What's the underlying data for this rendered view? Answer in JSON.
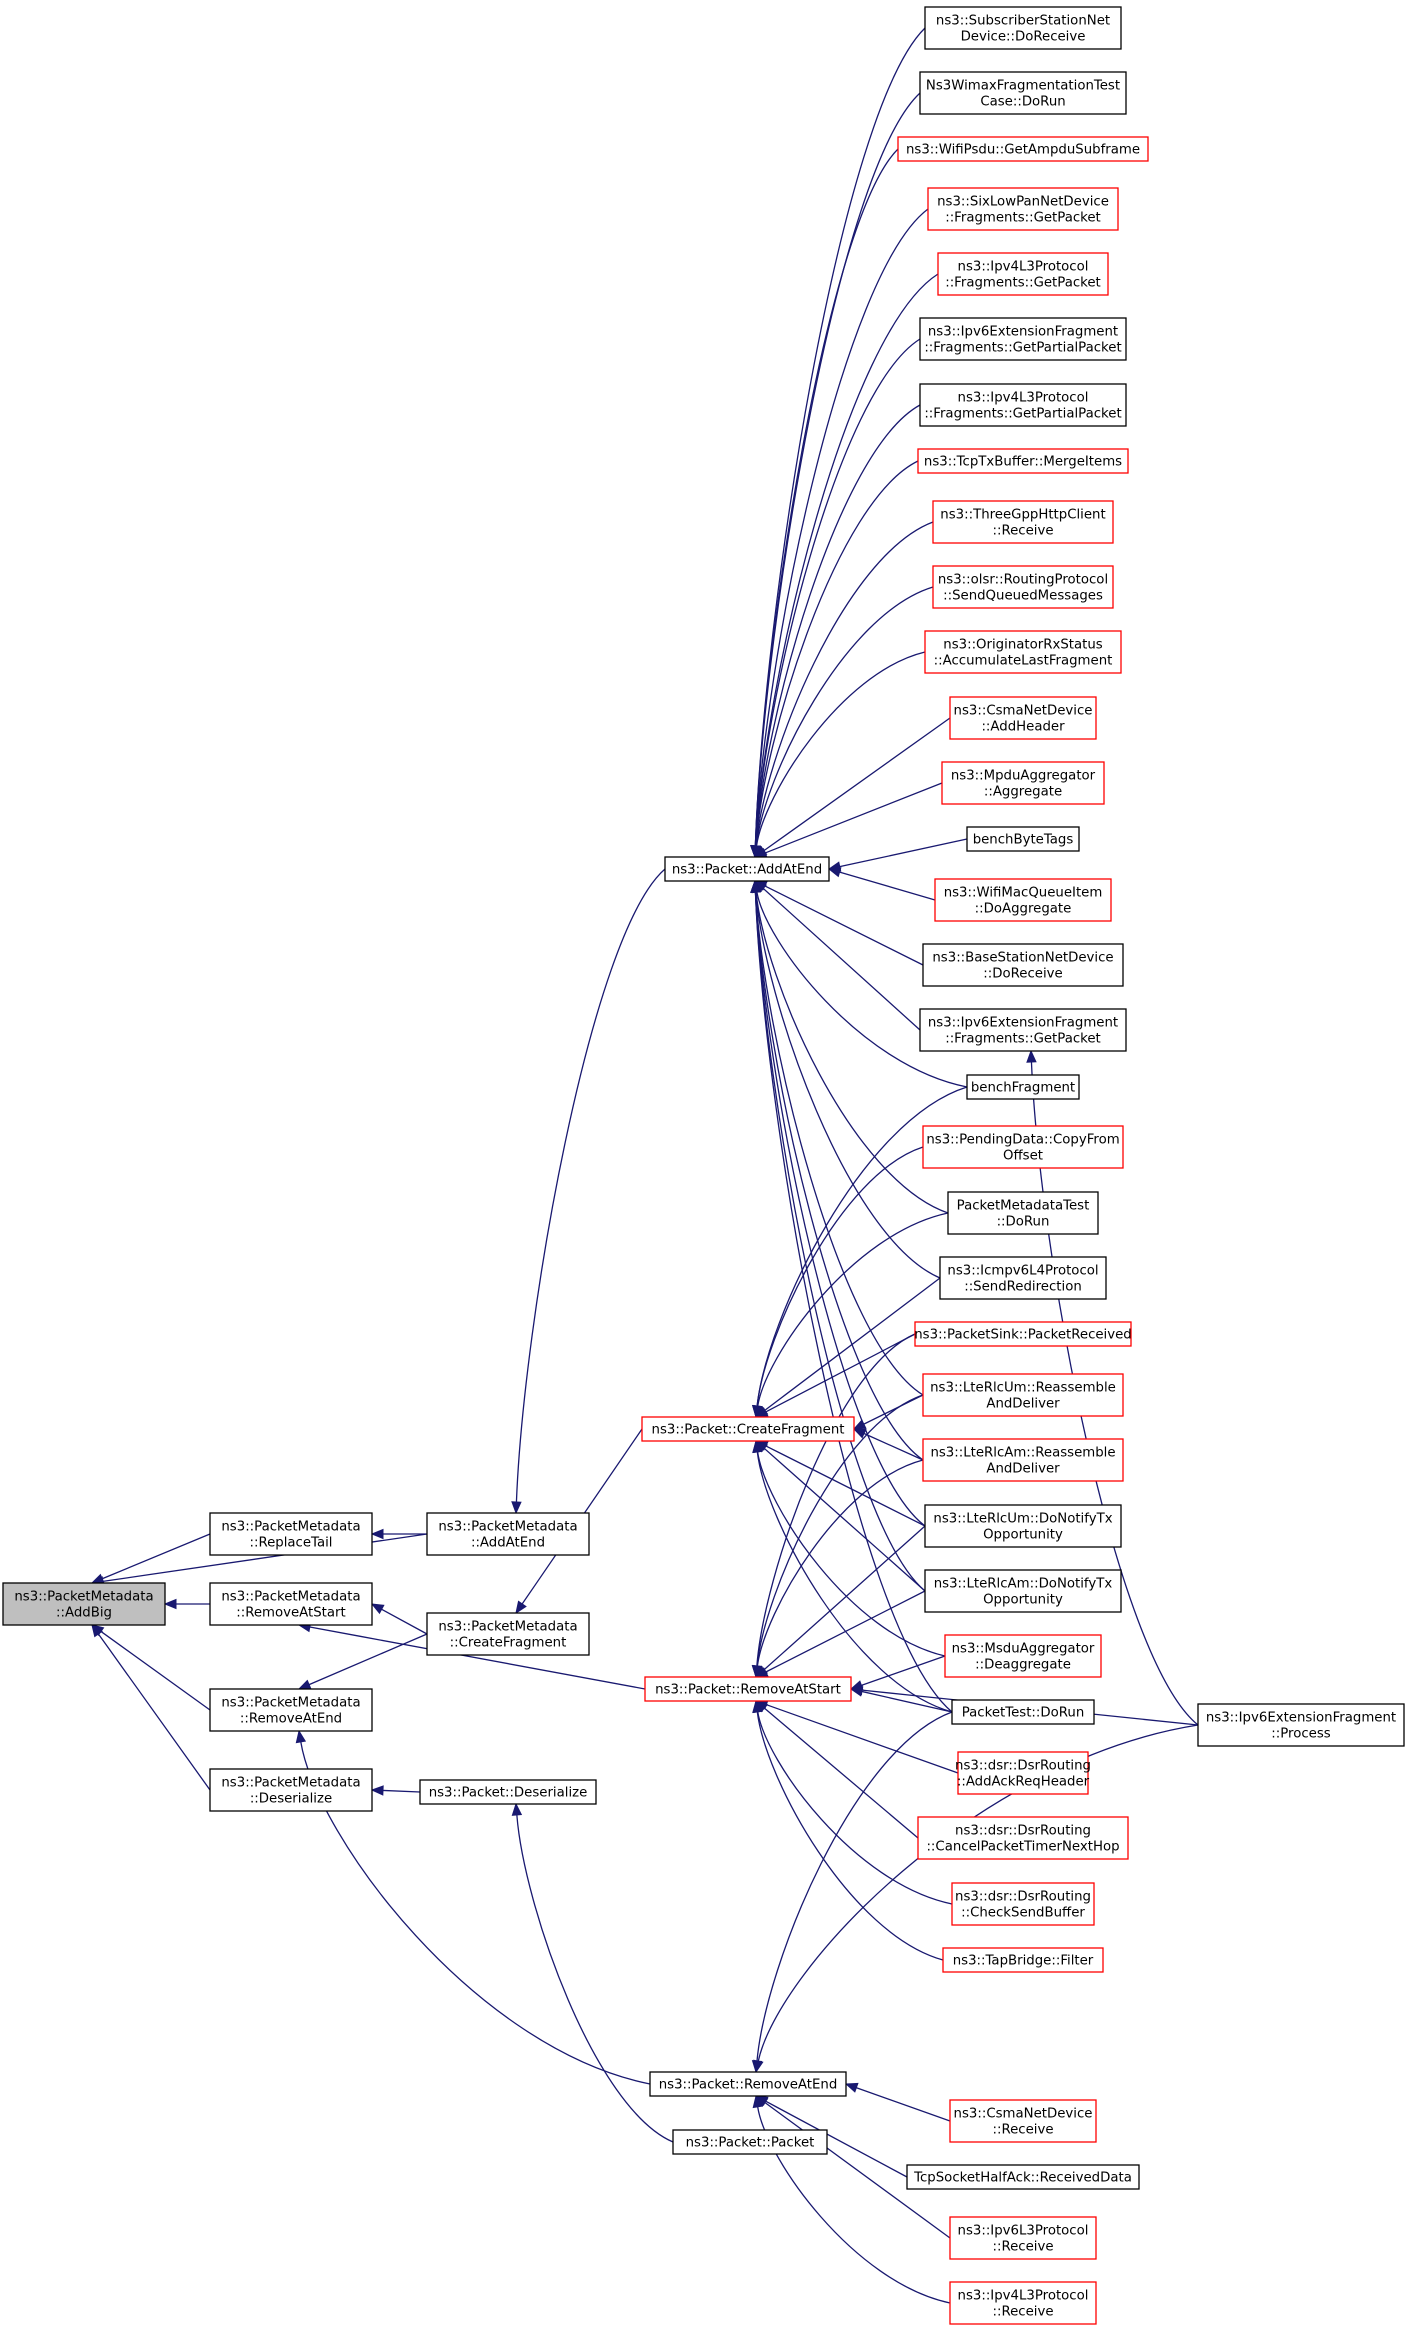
{
  "diagram": {
    "edge_color": "#191970",
    "node_border_black": "#000000",
    "node_border_red": "#ff0000",
    "root_fill": "#bfbfbf",
    "nodes": [
      {
        "id": "addbig",
        "lines": [
          "ns3::PacketMetadata",
          "::AddBig"
        ],
        "style": "root"
      },
      {
        "id": "pm_replacetail",
        "lines": [
          "ns3::PacketMetadata",
          "::ReplaceTail"
        ],
        "style": "black"
      },
      {
        "id": "pm_addatend",
        "lines": [
          "ns3::PacketMetadata",
          "::AddAtEnd"
        ],
        "style": "black"
      },
      {
        "id": "pm_removeatstart",
        "lines": [
          "ns3::PacketMetadata",
          "::RemoveAtStart"
        ],
        "style": "black"
      },
      {
        "id": "pm_createfragment",
        "lines": [
          "ns3::PacketMetadata",
          "::CreateFragment"
        ],
        "style": "black"
      },
      {
        "id": "pm_removeatend",
        "lines": [
          "ns3::PacketMetadata",
          "::RemoveAtEnd"
        ],
        "style": "black"
      },
      {
        "id": "pm_deserialize",
        "lines": [
          "ns3::PacketMetadata",
          "::Deserialize"
        ],
        "style": "black"
      },
      {
        "id": "p_deserialize",
        "lines": [
          "ns3::Packet::Deserialize"
        ],
        "style": "black"
      },
      {
        "id": "p_packet",
        "lines": [
          "ns3::Packet::Packet"
        ],
        "style": "black"
      },
      {
        "id": "p_addatend",
        "lines": [
          "ns3::Packet::AddAtEnd"
        ],
        "style": "black"
      },
      {
        "id": "p_createfragment",
        "lines": [
          "ns3::Packet::CreateFragment"
        ],
        "style": "red"
      },
      {
        "id": "p_removeatstart",
        "lines": [
          "ns3::Packet::RemoveAtStart"
        ],
        "style": "red"
      },
      {
        "id": "p_removeatend",
        "lines": [
          "ns3::Packet::RemoveAtEnd"
        ],
        "style": "black"
      },
      {
        "id": "c_subscriber",
        "lines": [
          "ns3::SubscriberStationNet",
          "Device::DoReceive"
        ],
        "style": "black"
      },
      {
        "id": "c_wimaxfrag",
        "lines": [
          "Ns3WimaxFragmentationTest",
          "Case::DoRun"
        ],
        "style": "black"
      },
      {
        "id": "c_wifipsdu",
        "lines": [
          "ns3::WifiPsdu::GetAmpduSubframe"
        ],
        "style": "red"
      },
      {
        "id": "c_sixlowpan",
        "lines": [
          "ns3::SixLowPanNetDevice",
          "::Fragments::GetPacket"
        ],
        "style": "red"
      },
      {
        "id": "c_ipv4frag",
        "lines": [
          "ns3::Ipv4L3Protocol",
          "::Fragments::GetPacket"
        ],
        "style": "red"
      },
      {
        "id": "c_ipv6partial",
        "lines": [
          "ns3::Ipv6ExtensionFragment",
          "::Fragments::GetPartialPacket"
        ],
        "style": "black"
      },
      {
        "id": "c_ipv4partial",
        "lines": [
          "ns3::Ipv4L3Protocol",
          "::Fragments::GetPartialPacket"
        ],
        "style": "black"
      },
      {
        "id": "c_tcptx",
        "lines": [
          "ns3::TcpTxBuffer::MergeItems"
        ],
        "style": "red"
      },
      {
        "id": "c_threegpp",
        "lines": [
          "ns3::ThreeGppHttpClient",
          "::Receive"
        ],
        "style": "red"
      },
      {
        "id": "c_olsr",
        "lines": [
          "ns3::olsr::RoutingProtocol",
          "::SendQueuedMessages"
        ],
        "style": "red"
      },
      {
        "id": "c_originator",
        "lines": [
          "ns3::OriginatorRxStatus",
          "::AccumulateLastFragment"
        ],
        "style": "red"
      },
      {
        "id": "c_csmaaddheader",
        "lines": [
          "ns3::CsmaNetDevice",
          "::AddHeader"
        ],
        "style": "red"
      },
      {
        "id": "c_mpdu",
        "lines": [
          "ns3::MpduAggregator",
          "::Aggregate"
        ],
        "style": "red"
      },
      {
        "id": "c_benchbytetags",
        "lines": [
          "benchByteTags"
        ],
        "style": "black"
      },
      {
        "id": "c_wifimacqueue",
        "lines": [
          "ns3::WifiMacQueueItem",
          "::DoAggregate"
        ],
        "style": "red"
      },
      {
        "id": "c_basestation",
        "lines": [
          "ns3::BaseStationNetDevice",
          "::DoReceive"
        ],
        "style": "black"
      },
      {
        "id": "c_ipv6getpacket",
        "lines": [
          "ns3::Ipv6ExtensionFragment",
          "::Fragments::GetPacket"
        ],
        "style": "black"
      },
      {
        "id": "c_benchfragment",
        "lines": [
          "benchFragment"
        ],
        "style": "black"
      },
      {
        "id": "c_pendingdata",
        "lines": [
          "ns3::PendingData::CopyFrom",
          "Offset"
        ],
        "style": "red"
      },
      {
        "id": "c_pmtest",
        "lines": [
          "PacketMetadataTest",
          "::DoRun"
        ],
        "style": "black"
      },
      {
        "id": "c_icmpv6",
        "lines": [
          "ns3::Icmpv6L4Protocol",
          "::SendRedirection"
        ],
        "style": "black"
      },
      {
        "id": "c_packetsink",
        "lines": [
          "ns3::PacketSink::PacketReceived"
        ],
        "style": "red"
      },
      {
        "id": "c_lterlcum_reass",
        "lines": [
          "ns3::LteRlcUm::Reassemble",
          "AndDeliver"
        ],
        "style": "red"
      },
      {
        "id": "c_lterlcam_reass",
        "lines": [
          "ns3::LteRlcAm::Reassemble",
          "AndDeliver"
        ],
        "style": "red"
      },
      {
        "id": "c_lterlcum_notify",
        "lines": [
          "ns3::LteRlcUm::DoNotifyTx",
          "Opportunity"
        ],
        "style": "black"
      },
      {
        "id": "c_lterlcam_notify",
        "lines": [
          "ns3::LteRlcAm::DoNotifyTx",
          "Opportunity"
        ],
        "style": "black"
      },
      {
        "id": "c_msdu",
        "lines": [
          "ns3::MsduAggregator",
          "::Deaggregate"
        ],
        "style": "red"
      },
      {
        "id": "c_packettest",
        "lines": [
          "PacketTest::DoRun"
        ],
        "style": "black"
      },
      {
        "id": "c_ipv6process",
        "lines": [
          "ns3::Ipv6ExtensionFragment",
          "::Process"
        ],
        "style": "black"
      },
      {
        "id": "c_dsrack",
        "lines": [
          "ns3::dsr::DsrRouting",
          "::AddAckReqHeader"
        ],
        "style": "red"
      },
      {
        "id": "c_dsrcancel",
        "lines": [
          "ns3::dsr::DsrRouting",
          "::CancelPacketTimerNextHop"
        ],
        "style": "red"
      },
      {
        "id": "c_dsrcheck",
        "lines": [
          "ns3::dsr::DsrRouting",
          "::CheckSendBuffer"
        ],
        "style": "red"
      },
      {
        "id": "c_tapbridge",
        "lines": [
          "ns3::TapBridge::Filter"
        ],
        "style": "red"
      },
      {
        "id": "c_csmareceive",
        "lines": [
          "ns3::CsmaNetDevice",
          "::Receive"
        ],
        "style": "red"
      },
      {
        "id": "c_tcpsocket",
        "lines": [
          "TcpSocketHalfAck::ReceivedData"
        ],
        "style": "black"
      },
      {
        "id": "c_ipv6receive",
        "lines": [
          "ns3::Ipv6L3Protocol",
          "::Receive"
        ],
        "style": "red"
      },
      {
        "id": "c_ipv4receive",
        "lines": [
          "ns3::Ipv4L3Protocol",
          "::Receive"
        ],
        "style": "red"
      }
    ],
    "edges": [
      [
        "pm_replacetail",
        "addbig"
      ],
      [
        "pm_addatend",
        "addbig"
      ],
      [
        "pm_removeatstart",
        "addbig"
      ],
      [
        "pm_removeatend",
        "addbig"
      ],
      [
        "pm_deserialize",
        "addbig"
      ],
      [
        "pm_addatend",
        "pm_replacetail"
      ],
      [
        "p_addatend",
        "pm_addatend"
      ],
      [
        "pm_createfragment",
        "pm_removeatstart"
      ],
      [
        "p_removeatstart",
        "pm_removeatstart"
      ],
      [
        "pm_createfragment",
        "pm_removeatend"
      ],
      [
        "p_removeatend",
        "pm_removeatend"
      ],
      [
        "p_createfragment",
        "pm_createfragment"
      ],
      [
        "p_deserialize",
        "pm_deserialize"
      ],
      [
        "p_packet",
        "p_deserialize"
      ],
      [
        "c_subscriber",
        "p_addatend"
      ],
      [
        "c_wimaxfrag",
        "p_addatend"
      ],
      [
        "c_wifipsdu",
        "p_addatend"
      ],
      [
        "c_sixlowpan",
        "p_addatend"
      ],
      [
        "c_ipv4frag",
        "p_addatend"
      ],
      [
        "c_ipv6partial",
        "p_addatend"
      ],
      [
        "c_ipv4partial",
        "p_addatend"
      ],
      [
        "c_tcptx",
        "p_addatend"
      ],
      [
        "c_threegpp",
        "p_addatend"
      ],
      [
        "c_olsr",
        "p_addatend"
      ],
      [
        "c_originator",
        "p_addatend"
      ],
      [
        "c_csmaaddheader",
        "p_addatend"
      ],
      [
        "c_mpdu",
        "p_addatend"
      ],
      [
        "c_benchbytetags",
        "p_addatend"
      ],
      [
        "c_wifimacqueue",
        "p_addatend"
      ],
      [
        "c_basestation",
        "p_addatend"
      ],
      [
        "c_ipv6getpacket",
        "p_addatend"
      ],
      [
        "c_benchfragment",
        "p_addatend"
      ],
      [
        "c_pmtest",
        "p_addatend"
      ],
      [
        "c_icmpv6",
        "p_addatend"
      ],
      [
        "c_lterlcum_reass",
        "p_addatend"
      ],
      [
        "c_lterlcam_reass",
        "p_addatend"
      ],
      [
        "c_lterlcum_notify",
        "p_addatend"
      ],
      [
        "c_lterlcam_notify",
        "p_addatend"
      ],
      [
        "c_packettest",
        "p_addatend"
      ],
      [
        "c_benchfragment",
        "p_createfragment"
      ],
      [
        "c_pendingdata",
        "p_createfragment"
      ],
      [
        "c_pmtest",
        "p_createfragment"
      ],
      [
        "c_icmpv6",
        "p_createfragment"
      ],
      [
        "c_packetsink",
        "p_createfragment"
      ],
      [
        "c_lterlcum_reass",
        "p_createfragment"
      ],
      [
        "c_lterlcam_reass",
        "p_createfragment"
      ],
      [
        "c_lterlcum_notify",
        "p_createfragment"
      ],
      [
        "c_lterlcam_notify",
        "p_createfragment"
      ],
      [
        "c_msdu",
        "p_createfragment"
      ],
      [
        "c_packettest",
        "p_createfragment"
      ],
      [
        "c_packetsink",
        "p_removeatstart"
      ],
      [
        "c_lterlcum_reass",
        "p_removeatstart"
      ],
      [
        "c_lterlcam_reass",
        "p_removeatstart"
      ],
      [
        "c_lterlcum_notify",
        "p_removeatstart"
      ],
      [
        "c_lterlcam_notify",
        "p_removeatstart"
      ],
      [
        "c_msdu",
        "p_removeatstart"
      ],
      [
        "c_packettest",
        "p_removeatstart"
      ],
      [
        "c_ipv6process",
        "p_removeatstart"
      ],
      [
        "c_dsrack",
        "p_removeatstart"
      ],
      [
        "c_dsrcancel",
        "p_removeatstart"
      ],
      [
        "c_dsrcheck",
        "p_removeatstart"
      ],
      [
        "c_tapbridge",
        "p_removeatstart"
      ],
      [
        "c_packettest",
        "p_removeatend"
      ],
      [
        "c_ipv6process",
        "p_removeatend"
      ],
      [
        "c_csmareceive",
        "p_removeatend"
      ],
      [
        "c_tcpsocket",
        "p_removeatend"
      ],
      [
        "c_ipv6receive",
        "p_removeatend"
      ],
      [
        "c_ipv4receive",
        "p_removeatend"
      ],
      [
        "c_ipv6process",
        "c_ipv6getpacket"
      ]
    ]
  }
}
